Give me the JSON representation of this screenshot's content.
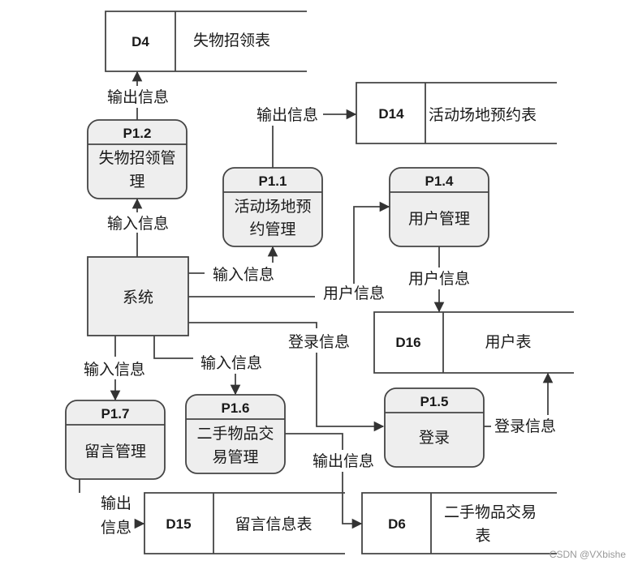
{
  "processes": {
    "p12": {
      "id": "P1.2",
      "name_l1": "失物招领管",
      "name_l2": "理"
    },
    "p11": {
      "id": "P1.1",
      "name_l1": "活动场地预",
      "name_l2": "约管理"
    },
    "p14": {
      "id": "P1.4",
      "name": "用户管理"
    },
    "p17": {
      "id": "P1.7",
      "name": "留言管理"
    },
    "p16": {
      "id": "P1.6",
      "name_l1": "二手物品交",
      "name_l2": "易管理"
    },
    "p15": {
      "id": "P1.5",
      "name": "登录"
    }
  },
  "entity": {
    "name": "系统"
  },
  "stores": {
    "d4": {
      "id": "D4",
      "name": "失物招领表"
    },
    "d14": {
      "id": "D14",
      "name": "活动场地预约表"
    },
    "d16": {
      "id": "D16",
      "name": "用户表"
    },
    "d15": {
      "id": "D15",
      "name": "留言信息表"
    },
    "d6": {
      "id": "D6",
      "name_l1": "二手物品交易",
      "name_l2": "表"
    }
  },
  "flows": {
    "f_d4_out": "输出信息",
    "f_d14_out": "输出信息",
    "f_p12_in": "输入信息",
    "f_p11_in": "输入信息",
    "f_user_info": "用户信息",
    "f_p14_d16": "用户信息",
    "f_login_in": "登录信息",
    "f_p17_in": "输入信息",
    "f_p16_in": "输入信息",
    "f_p15_d16": "登录信息",
    "f_p16_d6": "输出信息",
    "f_p17_d15_l1": "输出",
    "f_p17_d15_l2": "信息"
  },
  "watermark": "CSDN @VXbishe"
}
